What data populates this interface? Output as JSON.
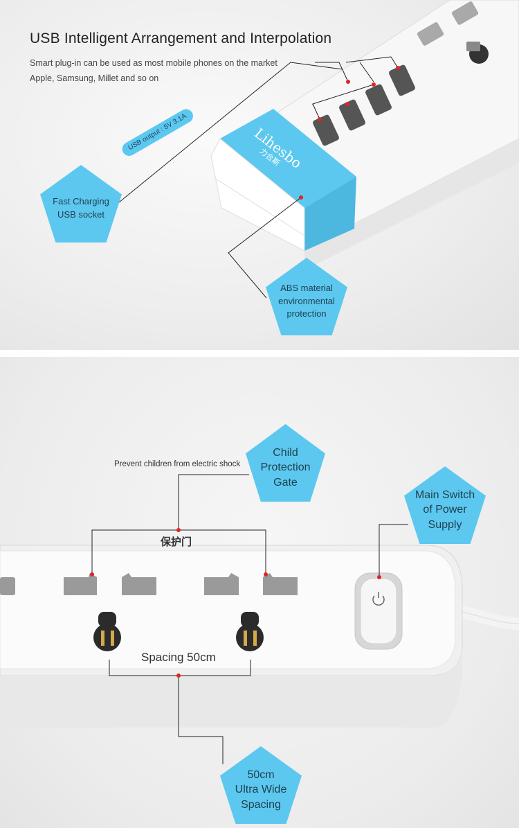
{
  "top": {
    "headline": "USB Intelligent Arrangement and Interpolation",
    "sublines": [
      "Smart plug-in can be used as most mobile phones on the market",
      "Apple, Samsung, Millet and so on"
    ],
    "usb_badge": "USB output : 5V  3.1A",
    "brand": "Lihesbo",
    "brand_sub": "力合斯",
    "callouts": {
      "fast_charging": [
        "Fast Charging",
        "USB socket"
      ],
      "abs_material": [
        "ABS material",
        "environmental",
        "protection"
      ]
    }
  },
  "bottom": {
    "prevent_text": "Prevent children from electric shock",
    "gate_cn": "保护门",
    "spacing_text": "Spacing 50cm",
    "callouts": {
      "child_protection": [
        "Child",
        "Protection",
        "Gate"
      ],
      "main_switch": [
        "Main Switch",
        "of Power",
        "Supply"
      ],
      "ultra_wide": [
        "50cm",
        "Ultra Wide",
        "Spacing"
      ]
    }
  },
  "colors": {
    "accent_blue": "#5cc8ef",
    "marker_red": "#e02424",
    "socket_gray": "#9a9a9a",
    "body_white": "#fbfbfb"
  },
  "icons": [
    "power-icon",
    "usb-port-icon",
    "socket-icon"
  ]
}
